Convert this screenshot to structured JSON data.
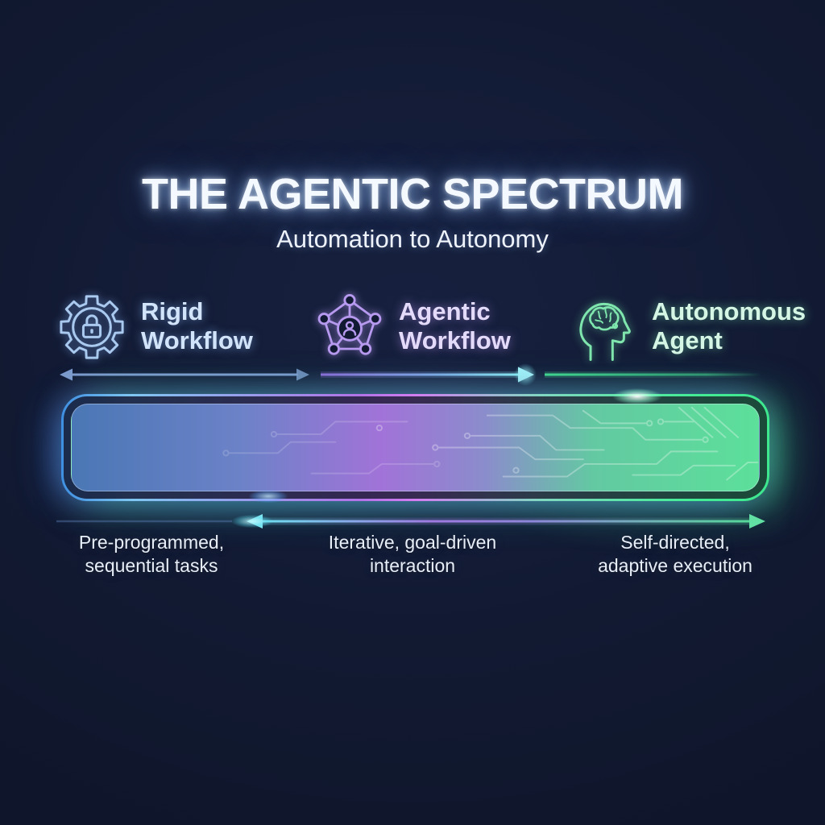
{
  "header": {
    "title": "THE AGENTIC SPECTRUM",
    "subtitle": "Automation to Autonomy"
  },
  "stages": [
    {
      "id": "rigid-workflow",
      "icon": "gear-lock-icon",
      "label_line1": "Rigid",
      "label_line2": "Workflow",
      "caption_line1": "Pre-programmed,",
      "caption_line2": "sequential tasks",
      "label_color": "#d2e4fa",
      "icon_color": "#a9c9ef"
    },
    {
      "id": "agentic-workflow",
      "icon": "network-agents-icon",
      "label_line1": "Agentic",
      "label_line2": "Workflow",
      "caption_line1": "Iterative, goal-driven",
      "caption_line2": "interaction",
      "label_color": "#e4daf9",
      "icon_color": "#b79af0"
    },
    {
      "id": "autonomous-agent",
      "icon": "head-brain-icon",
      "label_line1": "Autonomous",
      "label_line2": "Agent",
      "caption_line1": "Self-directed,",
      "caption_line2": "adaptive execution",
      "label_color": "#d5f6e4",
      "icon_color": "#7fe7ad"
    }
  ],
  "spectrum_bar": {
    "pattern": "circuit-traces",
    "gradient": [
      "#4a77b5",
      "#a173d8",
      "#5ce09a"
    ]
  },
  "arrows": {
    "top_left": "double-headed-blue-arrow",
    "top_middle": "right-cyan-arrow",
    "top_right": "green-fading-line",
    "bottom": "double-headed-cyan-to-green-arrow"
  },
  "colors": {
    "background": "#121a33",
    "title": "#f4f8ff",
    "caption": "#e8eef7",
    "arrow_blue": "#7e9cce",
    "arrow_cyan": "#7fe9f2",
    "arrow_purple": "#9b6fe0",
    "arrow_green": "#4fdb96"
  }
}
